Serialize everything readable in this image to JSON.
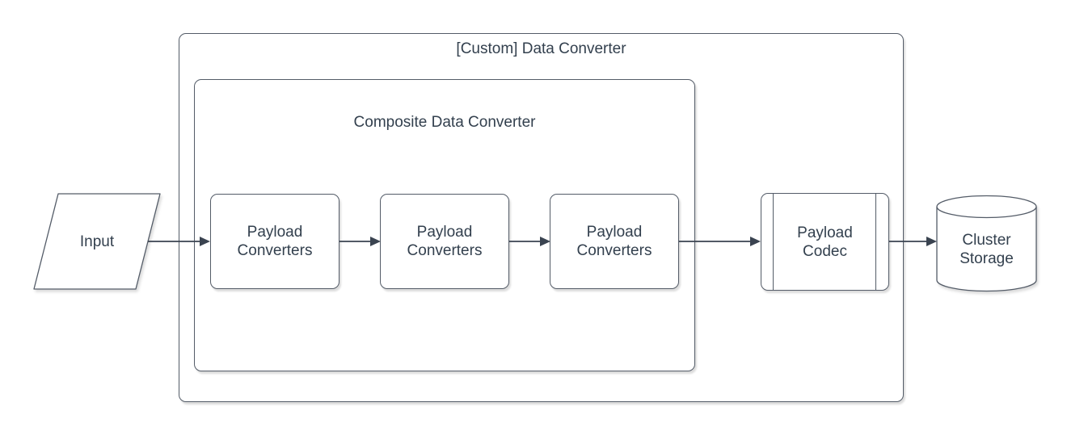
{
  "diagram": {
    "containers": {
      "outer": {
        "label": "[Custom] Data Converter"
      },
      "inner": {
        "label": "Composite Data Converter"
      }
    },
    "nodes": {
      "input": {
        "label": "Input",
        "shape": "parallelogram"
      },
      "converter1": {
        "label": "Payload Converters",
        "shape": "rounded-rectangle"
      },
      "converter2": {
        "label": "Payload Converters",
        "shape": "rounded-rectangle"
      },
      "converter3": {
        "label": "Payload Converters",
        "shape": "rounded-rectangle"
      },
      "codec": {
        "label": "Payload Codec",
        "shape": "predefined-process"
      },
      "storage": {
        "label": "Cluster Storage",
        "shape": "cylinder"
      }
    },
    "connections": [
      {
        "from": "input",
        "to": "converter1"
      },
      {
        "from": "converter1",
        "to": "converter2"
      },
      {
        "from": "converter2",
        "to": "converter3"
      },
      {
        "from": "converter3",
        "to": "codec"
      },
      {
        "from": "codec",
        "to": "storage"
      }
    ]
  },
  "colors": {
    "stroke": "#545C68",
    "text": "#33404E",
    "arrow": "#3A4350",
    "background": "#FFFFFF"
  }
}
